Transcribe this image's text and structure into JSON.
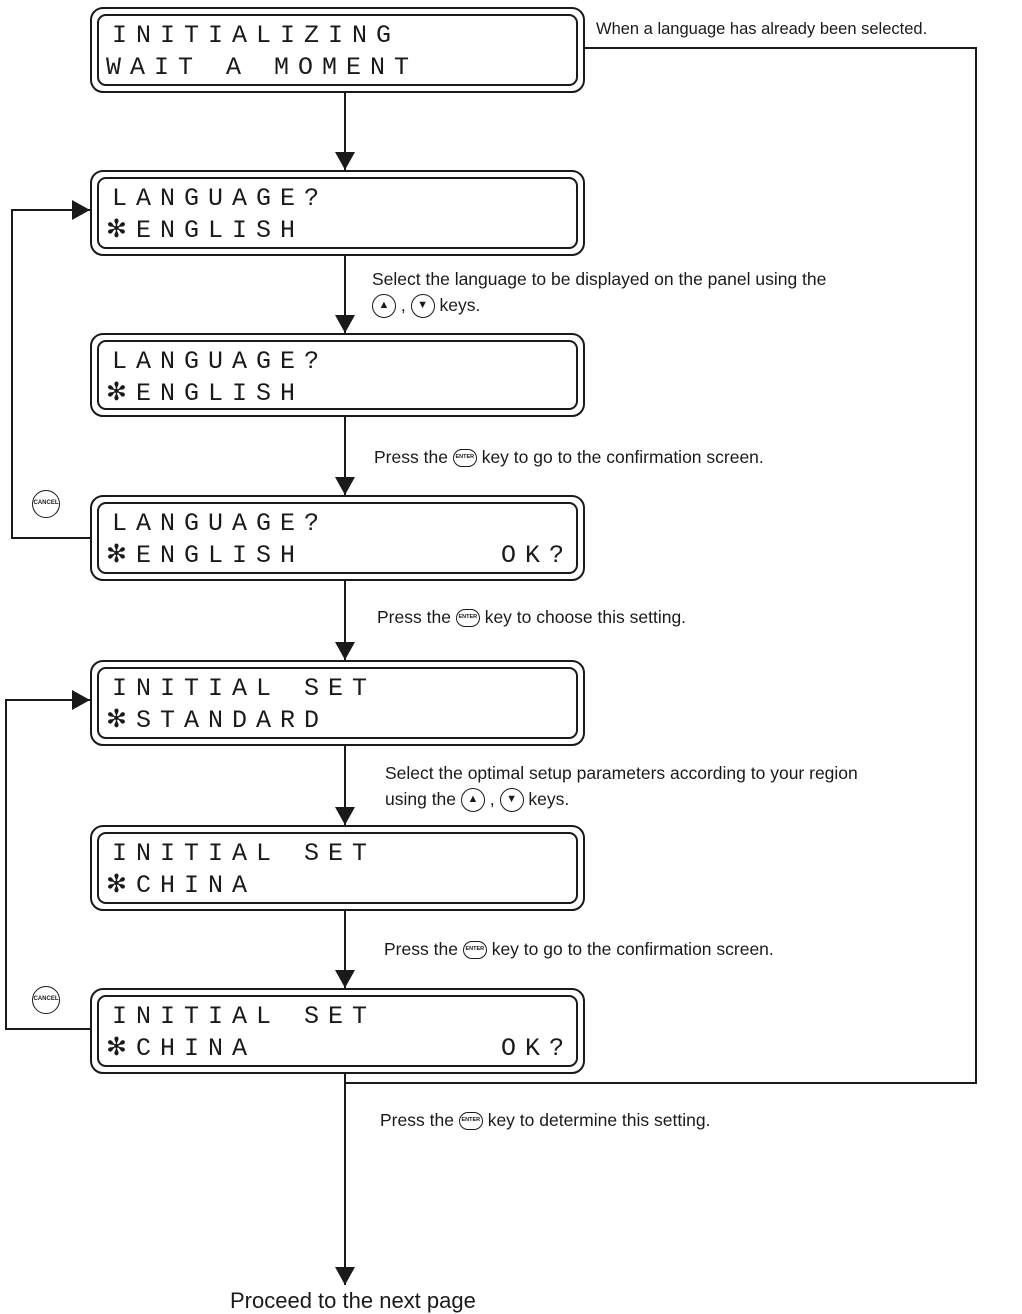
{
  "screens": [
    {
      "line1": "INITIALIZING",
      "line2": "WAIT A MOMENT",
      "right": ""
    },
    {
      "line1": "LANGUAGE?",
      "line2": "✻ENGLISH",
      "right": ""
    },
    {
      "line1": "LANGUAGE?",
      "line2": "✻ENGLISH",
      "right": ""
    },
    {
      "line1": "LANGUAGE?",
      "line2": "✻ENGLISH",
      "right": "OK?"
    },
    {
      "line1": "INITIAL SET",
      "line2": "✻STANDARD",
      "right": ""
    },
    {
      "line1": "INITIAL SET",
      "line2": "✻CHINA",
      "right": ""
    },
    {
      "line1": "INITIAL SET",
      "line2": "✻CHINA",
      "right": "OK?"
    }
  ],
  "notes": {
    "already_selected": "When a language has already been selected.",
    "select_language_a": "Select the language to be displayed on the panel using the",
    "select_language_b": "keys.",
    "comma": ",",
    "press_the": "Press the",
    "go_confirm": "key to go to the confirmation screen.",
    "choose_setting": "key to choose this setting.",
    "select_region_a": "Select the optimal setup parameters according to your region",
    "select_region_b_pre": "using the",
    "select_region_b_post": "keys.",
    "determine_setting": "key to determine this setting.",
    "proceed": "Proceed to the next page"
  },
  "keys": {
    "up": "▲",
    "down": "▼",
    "enter": "ENTER",
    "cancel": "CANCEL"
  }
}
